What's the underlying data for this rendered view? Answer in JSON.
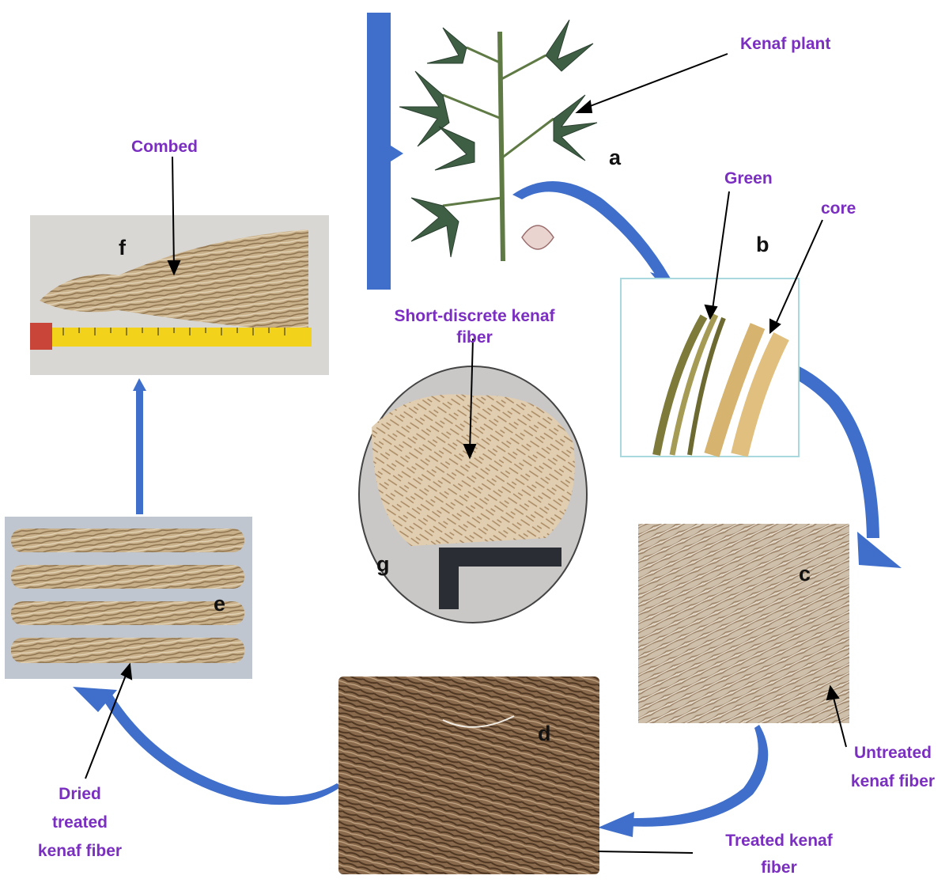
{
  "labels": {
    "kenaf_plant": "Kenaf plant",
    "green": "Green",
    "core": "core",
    "combed": "Combed",
    "short_discrete_line1": "Short-discrete kenaf",
    "short_discrete_line2": "fiber",
    "untreated_line1": "Untreated",
    "untreated_line2": "kenaf fiber",
    "treated_line1": "Treated kenaf",
    "treated_line2": "fiber",
    "dried_line1": "Dried",
    "dried_line2": "treated",
    "dried_line3": "kenaf fiber"
  },
  "panel_letters": {
    "a": "a",
    "b": "b",
    "c": "c",
    "d": "d",
    "e": "e",
    "f": "f",
    "g": "g"
  },
  "colors": {
    "label_text": "#7b2fc1",
    "flow_arrow": "#3f6fcb",
    "pointer_line": "#000000",
    "letter_text": "#111111"
  }
}
